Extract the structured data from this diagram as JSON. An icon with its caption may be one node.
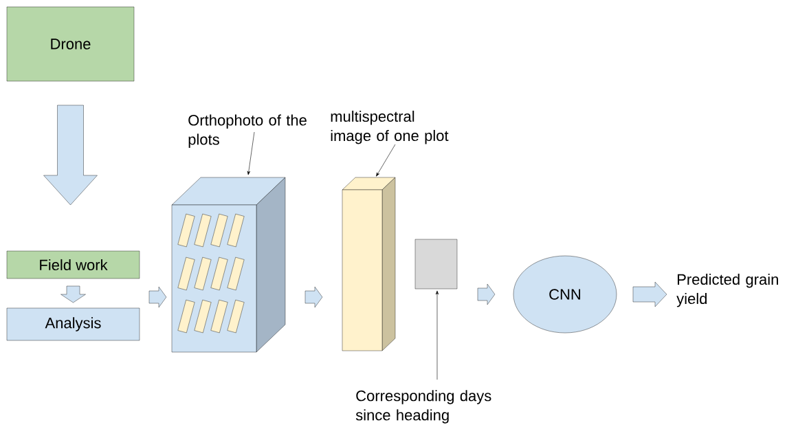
{
  "diagram": {
    "nodes": [
      {
        "text": [
          "Drone"
        ]
      },
      {
        "text": [
          "Field work"
        ]
      },
      {
        "text": [
          "Analysis"
        ]
      },
      {
        "text": [
          "Orthophoto of the plots"
        ]
      },
      {
        "text": [],
        "shape": "cube"
      },
      {
        "text": [
          "multispectral image of one plot"
        ]
      },
      {
        "text": [],
        "shape": "cuboid"
      },
      {
        "text": [],
        "shape": "box"
      },
      {
        "text": [
          "Corresponding days since heading"
        ]
      },
      {
        "text": [
          "CNN"
        ]
      },
      {
        "text": [
          "Predicted grain yield"
        ]
      }
    ],
    "edges": [
      {
        "from": 0,
        "to": 1,
        "arrow": "to",
        "style": "thick"
      },
      {
        "from": 1,
        "to": 2,
        "arrow": "to",
        "style": "thick"
      },
      {
        "from": 2,
        "to": 4,
        "arrow": "to",
        "style": "thick"
      },
      {
        "from": 4,
        "to": 6,
        "arrow": "to",
        "style": "thick"
      },
      {
        "from": 7,
        "to": 9,
        "arrow": "to",
        "style": "thick"
      },
      {
        "from": 9,
        "to": 10,
        "arrow": "to",
        "style": "thick"
      },
      {
        "from": 3,
        "to": 4,
        "arrow": "to"
      },
      {
        "from": 5,
        "to": 6,
        "arrow": "to"
      },
      {
        "from": 8,
        "to": 7,
        "arrow": "to"
      }
    ]
  }
}
